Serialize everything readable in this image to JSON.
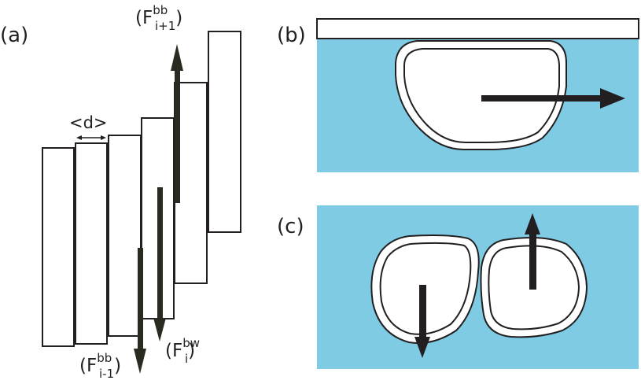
{
  "panels": {
    "a": {
      "label": "(a)"
    },
    "b": {
      "label": "(b)"
    },
    "c": {
      "label": "(c)"
    }
  },
  "spacing_label": "<d>",
  "forces": {
    "top": {
      "paren_open": "(",
      "base": "F",
      "sup": "bb",
      "sub": "i+1",
      "paren_close": ")"
    },
    "bottom": {
      "paren_open": "(",
      "base": "F",
      "sup": "bb",
      "sub": "i-1",
      "paren_close": ")"
    },
    "middle": {
      "paren_open": "(",
      "base": "F",
      "sup": "bw",
      "sub": "i",
      "paren_close": ")"
    }
  },
  "colors": {
    "fluid": "#7fcbe4",
    "stroke": "#231f20",
    "arrow": "#231f20",
    "force_arrow": "#2b2a20",
    "cell_fill": "#ffffff"
  }
}
